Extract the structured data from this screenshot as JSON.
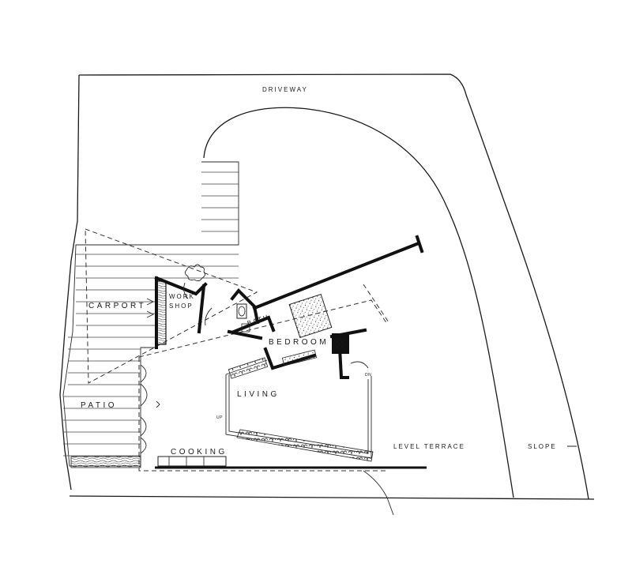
{
  "plan": {
    "labels": {
      "driveway": "DRIVEWAY",
      "carport": "CARPORT",
      "work": "WORK",
      "shop": "SHOP",
      "bath": "BATH",
      "bedroom": "BEDROOM",
      "living": "LIVING",
      "patio": "PATIO",
      "cooking": "COOKING",
      "level_terrace": "LEVEL TERRACE",
      "slope": "SLOPE",
      "up": "UP",
      "dn": "DN"
    }
  }
}
